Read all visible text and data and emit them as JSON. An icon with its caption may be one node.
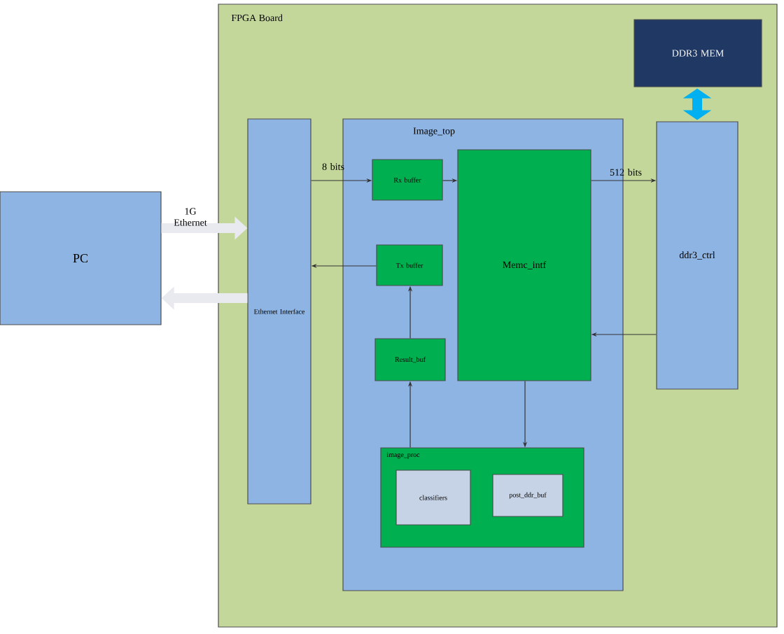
{
  "diagram": {
    "nodes": [
      {
        "text": [
          "PC"
        ]
      },
      {
        "text": [
          "FPGA Board"
        ]
      },
      {
        "text": [
          "DDR3 MEM"
        ],
        "in": 1
      },
      {
        "text": [
          "Ethernet Interface"
        ],
        "in": 1
      },
      {
        "text": [
          "Image_top"
        ],
        "in": 1
      },
      {
        "text": [
          "Rx buffer"
        ],
        "in": 4
      },
      {
        "text": [
          "Memc_intf"
        ],
        "in": 4
      },
      {
        "text": [
          "Tx buffer"
        ],
        "in": 4
      },
      {
        "text": [
          "Result_buf"
        ],
        "in": 4
      },
      {
        "text": [
          "image_proc"
        ],
        "in": 4
      },
      {
        "text": [
          "classifiers"
        ],
        "in": 9
      },
      {
        "text": [
          "post_ddr_buf"
        ],
        "in": 9
      },
      {
        "text": [
          "ddr3_ctrl"
        ],
        "in": 1
      }
    ],
    "edges": [
      {
        "from": 0,
        "to": 3,
        "arrow": "to",
        "label": "1G Ethernet",
        "style": "thick",
        "color": "#e8eaf0"
      },
      {
        "from": 3,
        "to": 0,
        "arrow": "to",
        "style": "thick",
        "color": "#e8eaf0"
      },
      {
        "from": 3,
        "to": 5,
        "arrow": "to",
        "label": "8 bits"
      },
      {
        "from": 5,
        "to": 6,
        "arrow": "to"
      },
      {
        "from": 6,
        "to": 12,
        "arrow": "to",
        "label": "512 bits"
      },
      {
        "from": 12,
        "to": 6,
        "arrow": "to"
      },
      {
        "from": 7,
        "to": 3,
        "arrow": "to"
      },
      {
        "from": 8,
        "to": 7,
        "arrow": "to"
      },
      {
        "from": 9,
        "to": 8,
        "arrow": "to"
      },
      {
        "from": 6,
        "to": 9,
        "arrow": "to"
      },
      {
        "from": 2,
        "to": 12,
        "arrow": "both",
        "style": "thick",
        "color": "#00b0f0"
      }
    ]
  }
}
